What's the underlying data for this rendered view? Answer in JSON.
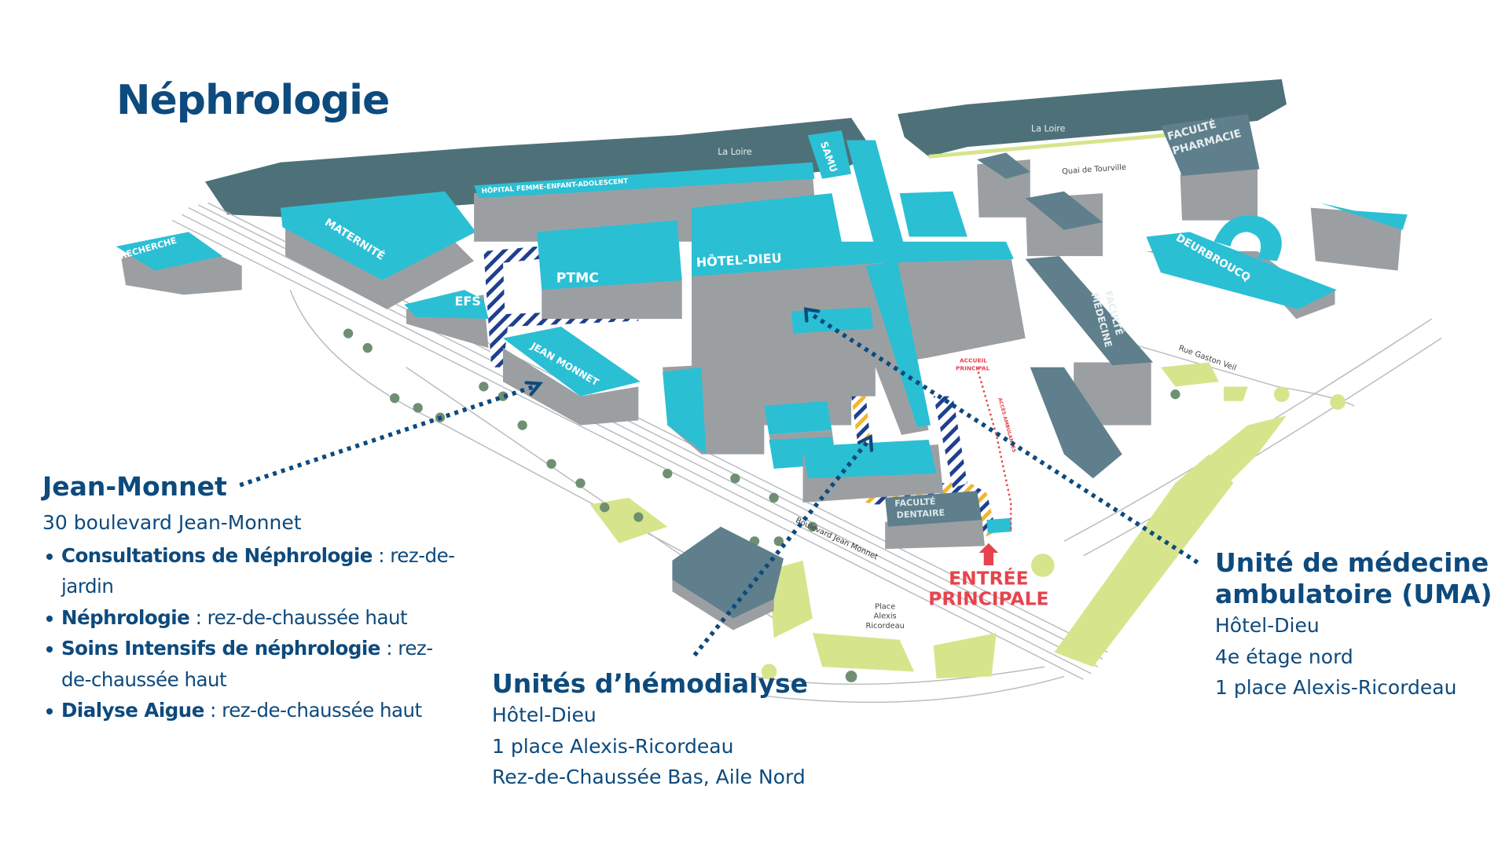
{
  "page_title": "Néphrologie",
  "colors": {
    "primary": "#0d4a7d",
    "building_top": "#2bbfd4",
    "building_side": "#9c9fa2",
    "river": "#4e7179",
    "green": "#d6e58c",
    "entrance": "#e8434d"
  },
  "jean_monnet": {
    "heading": "Jean-Monnet",
    "address": "30 boulevard Jean-Monnet",
    "items": [
      {
        "name": "Consultations de Néphrologie",
        "sep": " : ",
        "floor": "rez-de-jardin"
      },
      {
        "name": "Néphrologie",
        "sep": " : ",
        "floor": "rez-de-chaussée haut"
      },
      {
        "name": "Soins Intensifs de néphrologie",
        "sep": " : ",
        "floor": "rez-de-chaussée haut"
      },
      {
        "name": "Dialyse Aigue",
        "sep": " : ",
        "floor": "rez-de-chaussée haut"
      }
    ]
  },
  "hemodialyse": {
    "heading": "Unités d’hémodialyse",
    "lines": [
      "Hôtel-Dieu",
      "1 place Alexis-Ricordeau",
      "Rez-de-Chaussée Bas, Aile Nord"
    ]
  },
  "uma": {
    "heading_1": "Unité de médecine",
    "heading_2": "ambulatoire (UMA)",
    "lines": [
      "Hôtel-Dieu",
      "4e étage nord",
      "1 place Alexis-Ricordeau"
    ]
  },
  "map_labels": {
    "loire_left": "La Loire",
    "loire_right": "La Loire",
    "quai": "Quai de Tourville",
    "hfea": "HÔPITAL FEMME-ENFANT-ADOLESCENT",
    "maternite": "MATERNITÉ",
    "recherche": "RECHERCHE",
    "efs": "EFS",
    "ptmc": "PTMC",
    "hotel_dieu": "HÔTEL-DIEU",
    "samu": "SAMU",
    "jean_monnet": "JEAN MONNET",
    "pharmacie_1": "FACULTÉ",
    "pharmacie_2": "PHARMACIE",
    "deurbroucq": "DEURBROUCQ",
    "medecine_1": "FACULTÉ",
    "medecine_2": "MÉDECINE",
    "gaston_veil": "Rue Gaston Veil",
    "accueil_1": "ACCUEIL",
    "accueil_2": "PRINCIPAL",
    "ambulances": "ACCÈS AMBULANCES",
    "dentaire_1": "FACULTÉ",
    "dentaire_2": "DENTAIRE",
    "boulevard": "Boulevard Jean Monnet",
    "entree_1": "ENTRÉE",
    "entree_2": "PRINCIPALE",
    "place_1": "Place",
    "place_2": "Alexis",
    "place_3": "Ricordeau"
  }
}
